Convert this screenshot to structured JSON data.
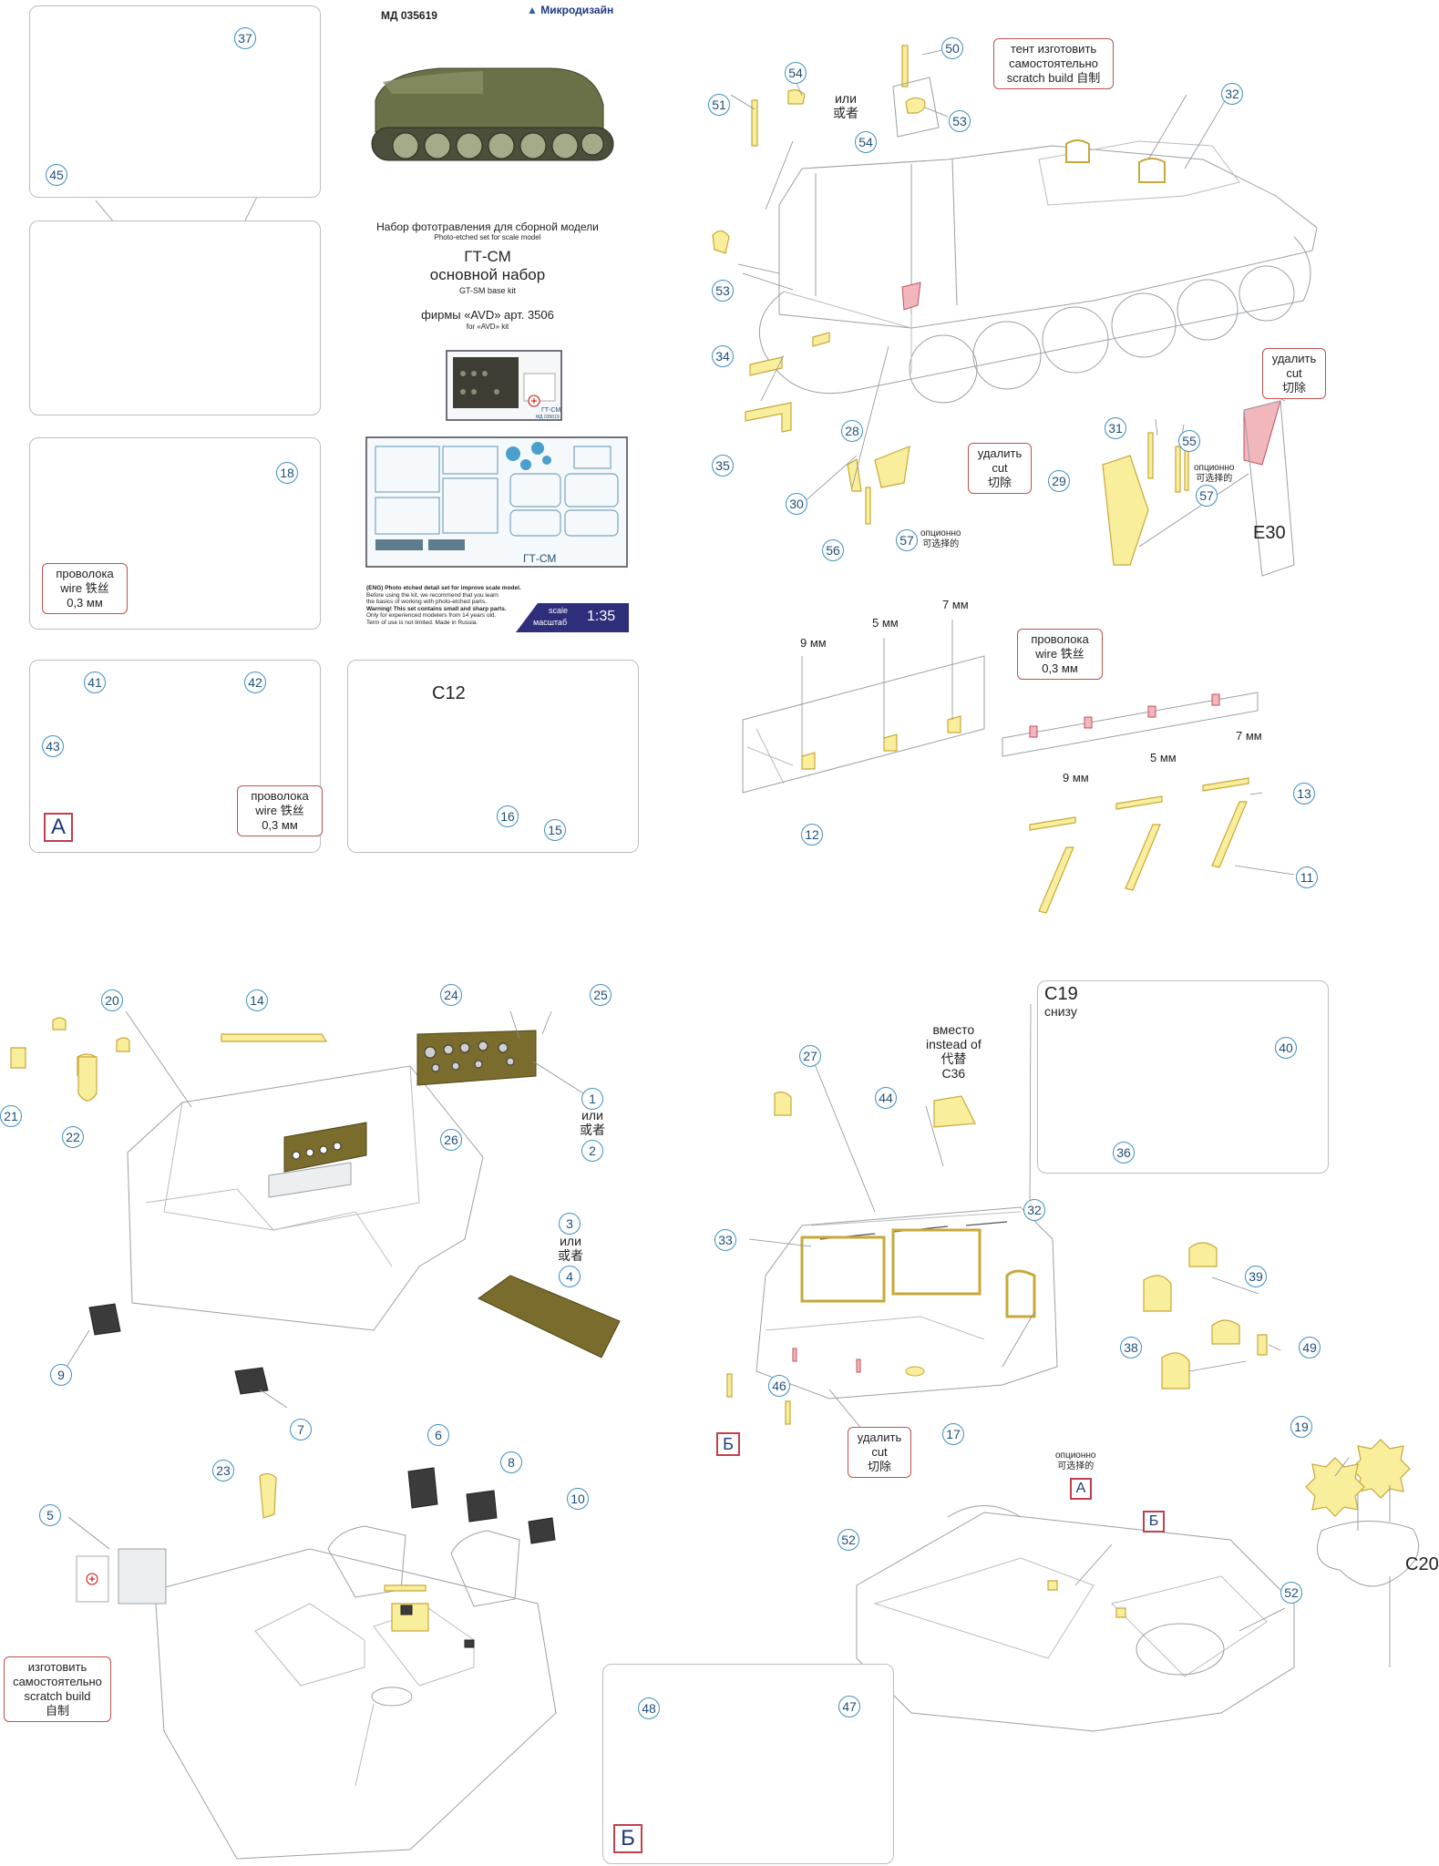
{
  "header": {
    "code": "МД 035619",
    "brand": "Микродизайн",
    "subtitle_ru": "Набор фототравления для сборной модели",
    "subtitle_en": "Photo-etched set for scale model",
    "name_ru_1": "ГТ-СМ",
    "name_ru_2": "основной набор",
    "name_en": "GT-SM base kit",
    "kit_ru": "фирмы «AVD» арт. 3506",
    "kit_en": "for «AVD» kit",
    "warning_1": "(ENG) Photo etched detail set for improve scale model.",
    "warning_2": "Before using the kit, we recommend that you learn",
    "warning_3": "the basics of working with photo-etched parts.",
    "warning_4": "Warning! This set contains small and sharp parts.",
    "warning_5": "Only for experienced modelers from 14 years old.",
    "warning_6": "Term of use is not limited. Made in Russia.",
    "scale_label_1": "scale",
    "scale_label_2": "масштаб",
    "scale_value": "1:35",
    "fret_label": "ГТ-СМ",
    "fret_code": "МД 035619"
  },
  "notes": {
    "wire_ru": "проволока",
    "wire_en": "wire 铁丝",
    "wire_size": "0,3 мм",
    "cut_ru": "удалить",
    "cut_en": "cut",
    "cut_cn": "切除",
    "scratch_ru_1": "тент изготовить",
    "scratch_ru_2": "самостоятельно",
    "scratch_en": "scratch build 自制",
    "self_ru_1": "изготовить",
    "self_ru_2": "самостоятельно",
    "self_en": "scratch build",
    "self_cn": "自制",
    "or_ru": "или",
    "or_cn": "或者",
    "optional_ru": "опционно",
    "optional_cn": "可选择的",
    "instead_ru": "вместо",
    "instead_en": "instead of",
    "instead_cn": "代替",
    "instead_part": "C36",
    "bottom_ru": "снизу"
  },
  "refs": {
    "c12": "C12",
    "e30": "E30",
    "c19": "C19",
    "c20": "C20",
    "a": "А",
    "b": "Б"
  },
  "dims": {
    "d9": "9 мм",
    "d5": "5 мм",
    "d7": "7 мм"
  },
  "parts": [
    "1",
    "2",
    "3",
    "4",
    "5",
    "6",
    "7",
    "8",
    "9",
    "10",
    "11",
    "12",
    "13",
    "14",
    "15",
    "16",
    "17",
    "18",
    "19",
    "20",
    "21",
    "22",
    "23",
    "24",
    "25",
    "26",
    "27",
    "28",
    "29",
    "30",
    "31",
    "32",
    "33",
    "34",
    "35",
    "36",
    "37",
    "38",
    "39",
    "40",
    "41",
    "42",
    "43",
    "44",
    "45",
    "46",
    "47",
    "48",
    "49",
    "50",
    "51",
    "52",
    "53",
    "54",
    "55",
    "56",
    "57"
  ],
  "colors": {
    "pe_brass": "#f8ee9c",
    "pe_outline": "#c8a83a",
    "wire": "#c8742a",
    "callout_border": "#3d8fc2",
    "note_border": "#c0504d",
    "scale_bg": "#2e2e7a"
  }
}
